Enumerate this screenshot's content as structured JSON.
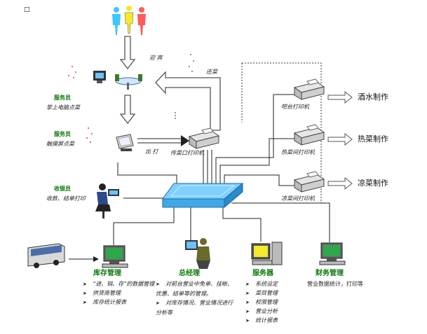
{
  "corner_mark": "□",
  "labels": {
    "greet": "迎 宾",
    "return_dish": "还菜",
    "print_out": "出 打"
  },
  "staff": {
    "waiter1_title": "服务员",
    "waiter1_desc": "掌上电脑点菜",
    "waiter2_title": "服务员",
    "waiter2_desc": "触摸屏点菜",
    "cashier_title": "收银员",
    "cashier_desc": "收款、结单打印"
  },
  "printers": {
    "pass_window": "传菜口打印机",
    "bar": "吧台打印机",
    "hot_kitchen": "热菜间打印机",
    "cold_kitchen": "凉菜间打印机"
  },
  "outputs": [
    "酒水制作",
    "热菜制作",
    "凉菜制作"
  ],
  "modules": {
    "inventory": {
      "title": "库存管理",
      "items": [
        "“进、销、存”的数据管理",
        "供货商管理",
        "库存统计报表"
      ]
    },
    "gm": {
      "title": "总经理",
      "items": [
        "对前台营业中免单、挂帐、优惠、结单等的管理。",
        "对库存情况、营业情况进行分析等"
      ]
    },
    "server": {
      "title": "服务器",
      "items": [
        "系统设定",
        "菜目管理",
        "权限管理",
        "营业分析",
        "统计报表"
      ]
    },
    "finance": {
      "title": "财务管理",
      "desc": "营业数据统计，打印等"
    }
  },
  "colors": {
    "title_green": "#0a7a0a",
    "switch_blue": "#3ea9e6",
    "arrow_gray": "#777777"
  }
}
